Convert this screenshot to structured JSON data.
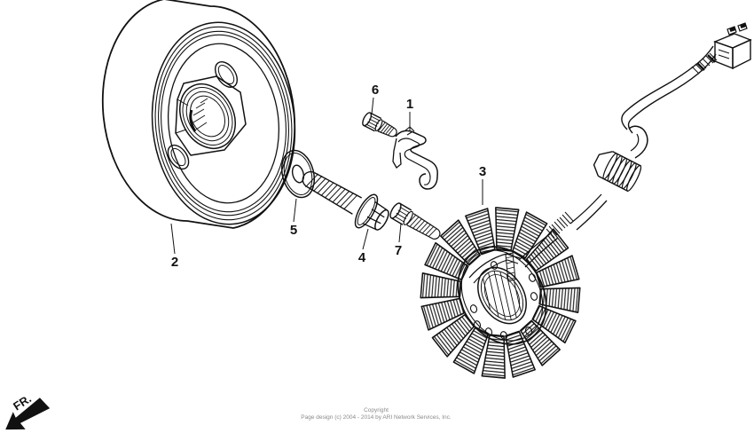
{
  "diagram": {
    "callouts": {
      "c1": "1",
      "c2": "2",
      "c3": "3",
      "c4": "4",
      "c5": "5",
      "c6": "6",
      "c7": "7"
    },
    "direction_indicator": "FR.",
    "copyright": {
      "line1": "Copyright",
      "line2": "Page design (c) 2004 - 2014 by ARI Network Services, Inc."
    },
    "colors": {
      "line": "#111111",
      "background": "#ffffff",
      "muted_text": "#8a8a8a"
    }
  }
}
